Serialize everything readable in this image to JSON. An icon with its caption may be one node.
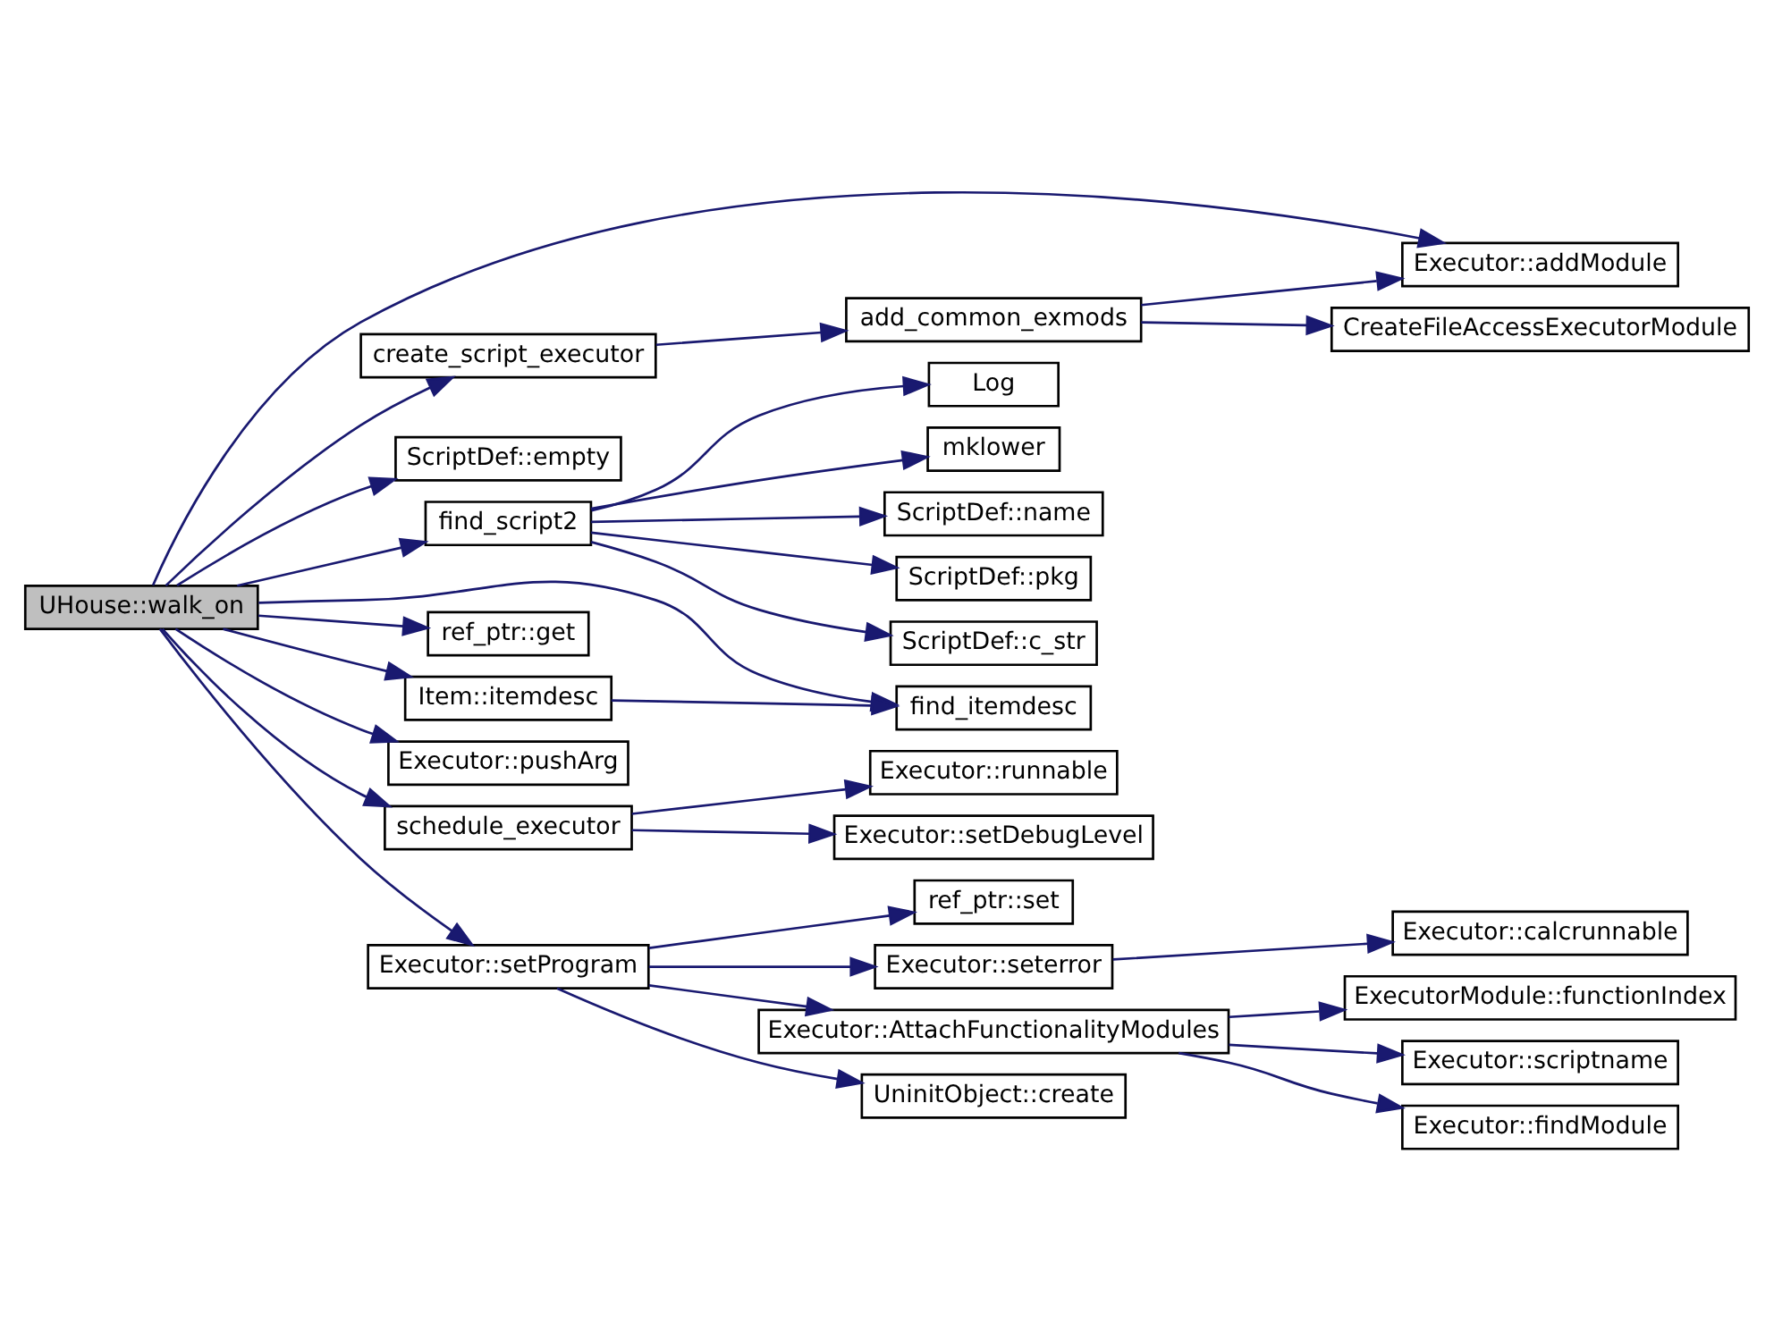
{
  "diagram": {
    "nodes": [
      {
        "text": [
          "UHouse::walk_on"
        ]
      },
      {
        "text": [
          "Executor::addModule"
        ]
      },
      {
        "text": [
          "create_script_executor"
        ]
      },
      {
        "text": [
          "add_common_exmods"
        ]
      },
      {
        "text": [
          "CreateFileAccessExecutorModule"
        ]
      },
      {
        "text": [
          "ScriptDef::empty"
        ]
      },
      {
        "text": [
          "find_script2"
        ]
      },
      {
        "text": [
          "Log"
        ]
      },
      {
        "text": [
          "mklower"
        ]
      },
      {
        "text": [
          "ScriptDef::name"
        ]
      },
      {
        "text": [
          "ScriptDef::pkg"
        ]
      },
      {
        "text": [
          "ScriptDef::c_str"
        ]
      },
      {
        "text": [
          "find_itemdesc"
        ]
      },
      {
        "text": [
          "ref_ptr::get"
        ]
      },
      {
        "text": [
          "Item::itemdesc"
        ]
      },
      {
        "text": [
          "Executor::pushArg"
        ]
      },
      {
        "text": [
          "schedule_executor"
        ]
      },
      {
        "text": [
          "Executor::runnable"
        ]
      },
      {
        "text": [
          "Executor::setDebugLevel"
        ]
      },
      {
        "text": [
          "Executor::setProgram"
        ]
      },
      {
        "text": [
          "ref_ptr::set"
        ]
      },
      {
        "text": [
          "Executor::seterror"
        ]
      },
      {
        "text": [
          "Executor::calcrunnable"
        ]
      },
      {
        "text": [
          "Executor::AttachFunctionalityModules"
        ]
      },
      {
        "text": [
          "ExecutorModule::functionIndex"
        ]
      },
      {
        "text": [
          "Executor::scriptname"
        ]
      },
      {
        "text": [
          "Executor::findModule"
        ]
      },
      {
        "text": [
          "UninitObject::create"
        ]
      }
    ],
    "edges": [
      {
        "from": 0,
        "to": 1,
        "arrow": "to"
      },
      {
        "from": 0,
        "to": 2,
        "arrow": "to"
      },
      {
        "from": 2,
        "to": 3,
        "arrow": "to"
      },
      {
        "from": 3,
        "to": 1,
        "arrow": "to"
      },
      {
        "from": 3,
        "to": 4,
        "arrow": "to"
      },
      {
        "from": 0,
        "to": 5,
        "arrow": "to"
      },
      {
        "from": 0,
        "to": 6,
        "arrow": "to"
      },
      {
        "from": 6,
        "to": 7,
        "arrow": "to"
      },
      {
        "from": 6,
        "to": 8,
        "arrow": "to"
      },
      {
        "from": 6,
        "to": 9,
        "arrow": "to"
      },
      {
        "from": 6,
        "to": 10,
        "arrow": "to"
      },
      {
        "from": 6,
        "to": 11,
        "arrow": "to"
      },
      {
        "from": 0,
        "to": 12,
        "arrow": "to"
      },
      {
        "from": 0,
        "to": 13,
        "arrow": "to"
      },
      {
        "from": 0,
        "to": 14,
        "arrow": "to"
      },
      {
        "from": 14,
        "to": 12,
        "arrow": "to"
      },
      {
        "from": 0,
        "to": 15,
        "arrow": "to"
      },
      {
        "from": 0,
        "to": 16,
        "arrow": "to"
      },
      {
        "from": 16,
        "to": 17,
        "arrow": "to"
      },
      {
        "from": 16,
        "to": 18,
        "arrow": "to"
      },
      {
        "from": 0,
        "to": 19,
        "arrow": "to"
      },
      {
        "from": 19,
        "to": 20,
        "arrow": "to"
      },
      {
        "from": 19,
        "to": 21,
        "arrow": "to"
      },
      {
        "from": 21,
        "to": 22,
        "arrow": "to"
      },
      {
        "from": 19,
        "to": 23,
        "arrow": "to"
      },
      {
        "from": 23,
        "to": 24,
        "arrow": "to"
      },
      {
        "from": 23,
        "to": 25,
        "arrow": "to"
      },
      {
        "from": 23,
        "to": 26,
        "arrow": "to"
      },
      {
        "from": 19,
        "to": 27,
        "arrow": "to"
      }
    ]
  }
}
